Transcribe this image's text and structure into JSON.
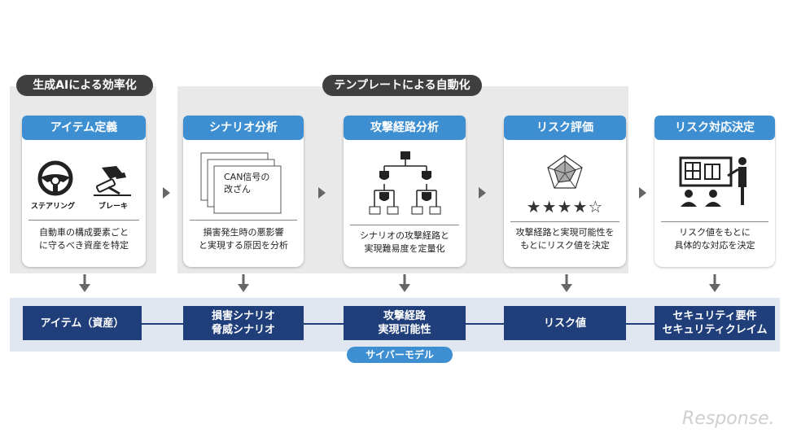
{
  "groups": {
    "ai_label": "生成AIによる効率化",
    "template_label": "テンプレートによる自動化"
  },
  "cards": [
    {
      "title": "アイテム定義",
      "desc_lines": [
        "自動車の構成要素ごと",
        "に守るべき資産を特定"
      ],
      "icon_labels": [
        "ステアリング",
        "ブレーキ"
      ]
    },
    {
      "title": "シナリオ分析",
      "desc_lines": [
        "損害発生時の悪影響",
        "と実現する原因を分析"
      ],
      "doc_text_lines": [
        "CAN信号の",
        "改ざん"
      ]
    },
    {
      "title": "攻撃経路分析",
      "desc_lines": [
        "シナリオの攻撃経路と",
        "実現難易度を定量化"
      ]
    },
    {
      "title": "リスク評価",
      "desc_lines": [
        "攻撃経路と実現可能性を",
        "もとにリスク値を決定"
      ],
      "rating": {
        "stars_text": "★★★★☆",
        "value": 4,
        "max": 5
      }
    },
    {
      "title": "リスク対応決定",
      "desc_lines": [
        "リスク値をもとに",
        "具体的な対応を決定"
      ]
    }
  ],
  "cyber_model": {
    "label": "サイバーモデル",
    "boxes": [
      {
        "lines": [
          "アイテム（資産）"
        ]
      },
      {
        "lines": [
          "損害シナリオ",
          "脅威シナリオ"
        ]
      },
      {
        "lines": [
          "攻撃経路",
          "実現可能性"
        ]
      },
      {
        "lines": [
          "リスク値"
        ]
      },
      {
        "lines": [
          "セキュリティ要件",
          "セキュリティクレイム"
        ]
      }
    ]
  },
  "watermark": "Response.",
  "colors": {
    "card_title": "#3d8fd1",
    "model_box": "#1f3e7a",
    "pill": "#3f3f3f",
    "group_bg": "#e9e9e9",
    "model_band": "#dfe6ef"
  },
  "icons": [
    "steering-wheel-icon",
    "brake-pedal-icon",
    "document-stack-icon",
    "attack-tree-icon",
    "radar-chart-icon",
    "presentation-board-icon"
  ]
}
